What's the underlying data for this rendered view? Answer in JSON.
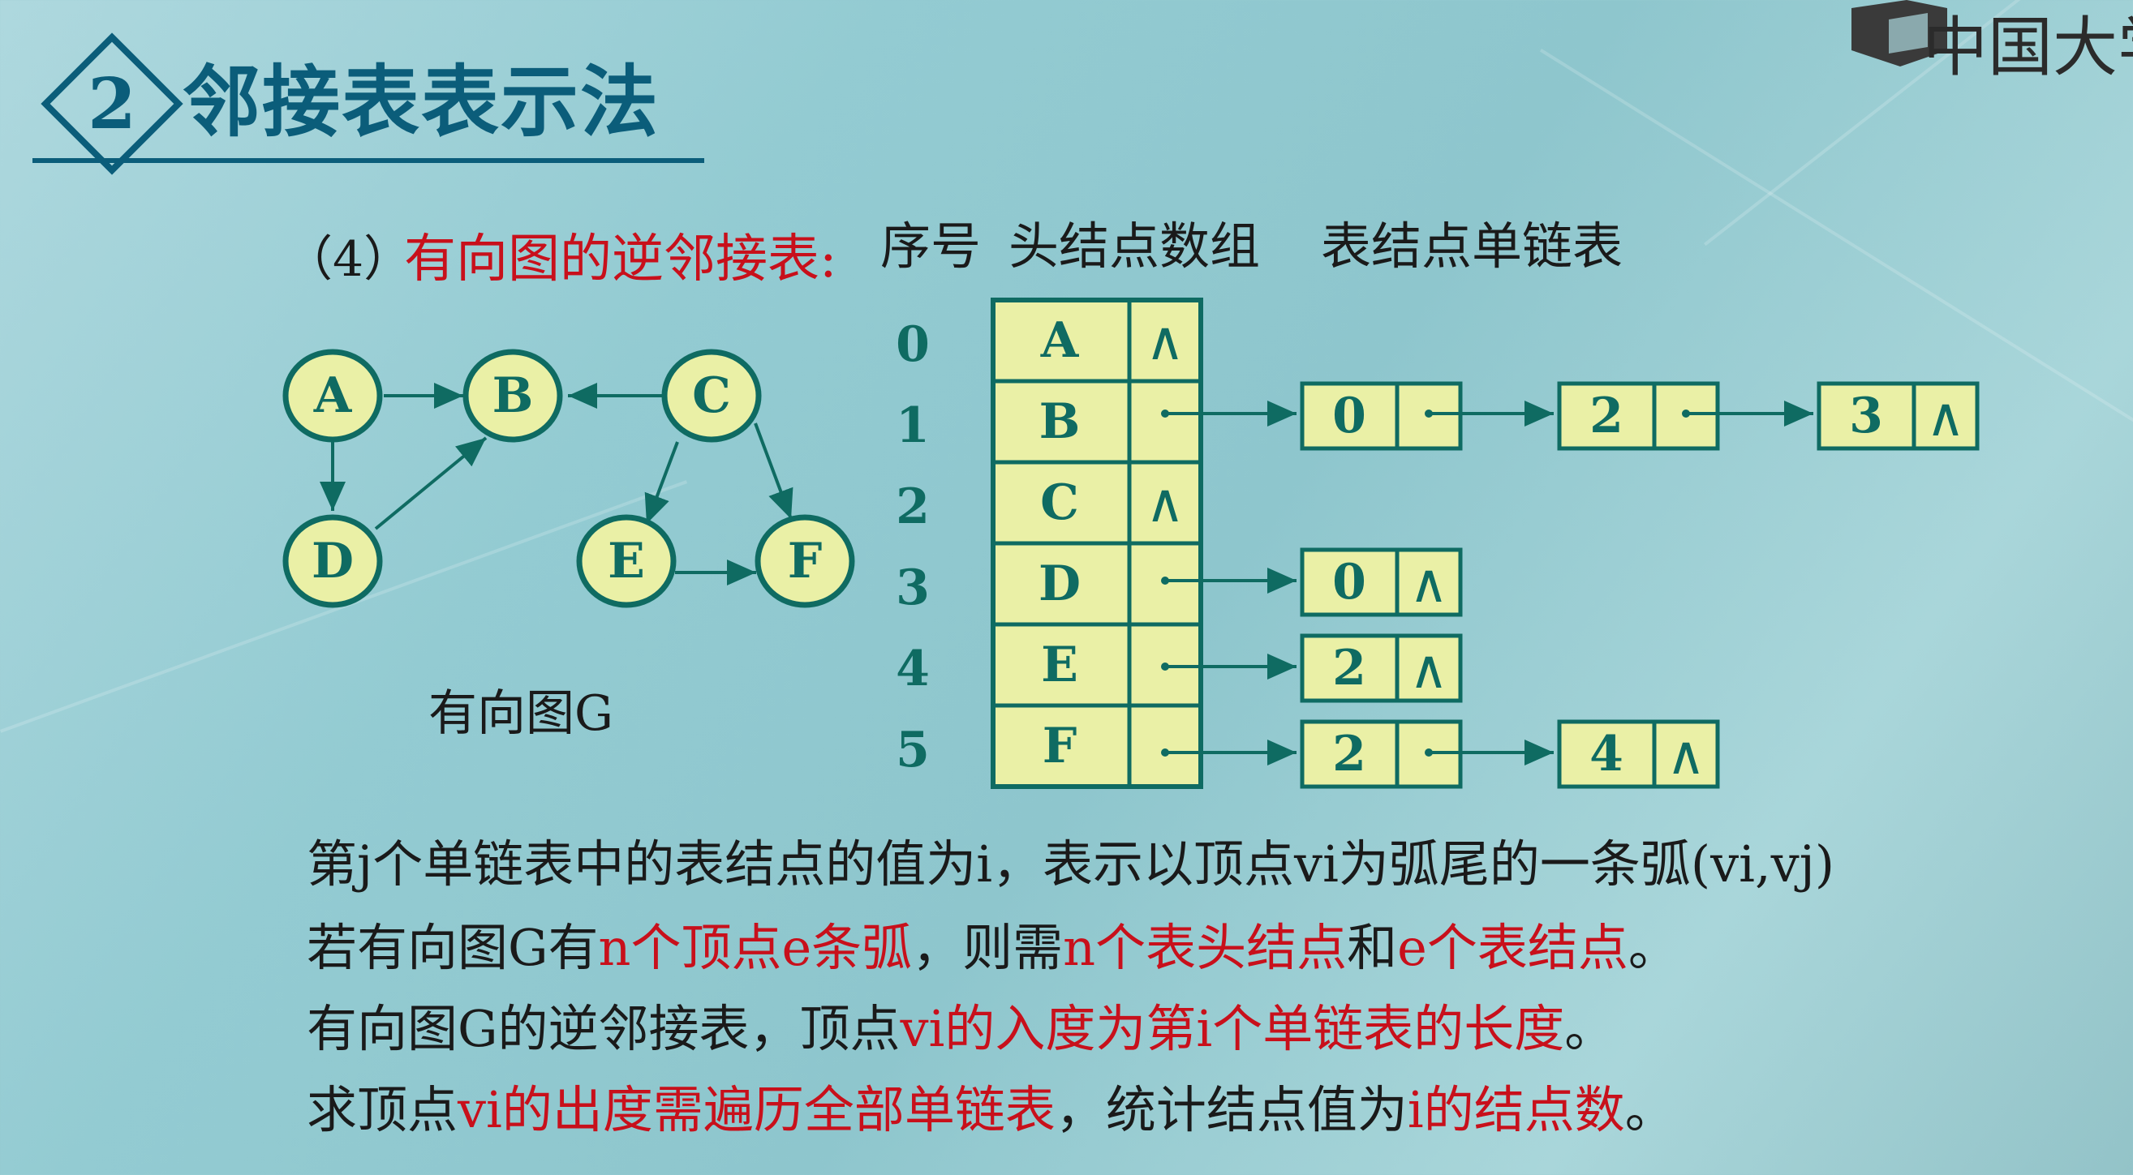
{
  "header": {
    "number": "2",
    "title": "邻接表表示法"
  },
  "logo": {
    "text": "中国大学"
  },
  "section": {
    "label": "（4）",
    "title": "有向图的逆邻接表:"
  },
  "columns": {
    "index": "序号",
    "head_array": "头结点数组",
    "list": "表结点单链表"
  },
  "graph": {
    "caption": "有向图G",
    "nodes": [
      "A",
      "B",
      "C",
      "D",
      "E",
      "F"
    ]
  },
  "head_table": {
    "indices": [
      "0",
      "1",
      "2",
      "3",
      "4",
      "5"
    ],
    "vertices": [
      "A",
      "B",
      "C",
      "D",
      "E",
      "F"
    ],
    "null_symbol": "∧"
  },
  "list_nodes": {
    "b1": "0",
    "b2": "2",
    "b3": "3",
    "d1": "0",
    "e1": "2",
    "f1": "2",
    "f2": "4"
  },
  "paragraphs": {
    "p1": "第j个单链表中的表结点的值为i，表示以顶点vi为弧尾的一条弧(vi,vj)",
    "p2_a": "若有向图G有",
    "p2_b": "n个顶点e条弧",
    "p2_c": "，则需",
    "p2_d": "n个表头结点",
    "p2_e": "和",
    "p2_f": "e个表结点",
    "p2_g": "。",
    "p3_a": "有向图G的逆邻接表，顶点",
    "p3_b": "vi的入度为第i个单链表的长度",
    "p3_c": "。",
    "p4_a": "求顶点",
    "p4_b": "vi的出度需遍历全部单链表",
    "p4_c": "，统计结点值为",
    "p4_d": "i的结点数",
    "p4_e": "。"
  },
  "colors": {
    "accent": "#0b5d7a",
    "red": "#c8101b",
    "teal": "#0f6b62",
    "node_fill": "#eaf0a6"
  }
}
